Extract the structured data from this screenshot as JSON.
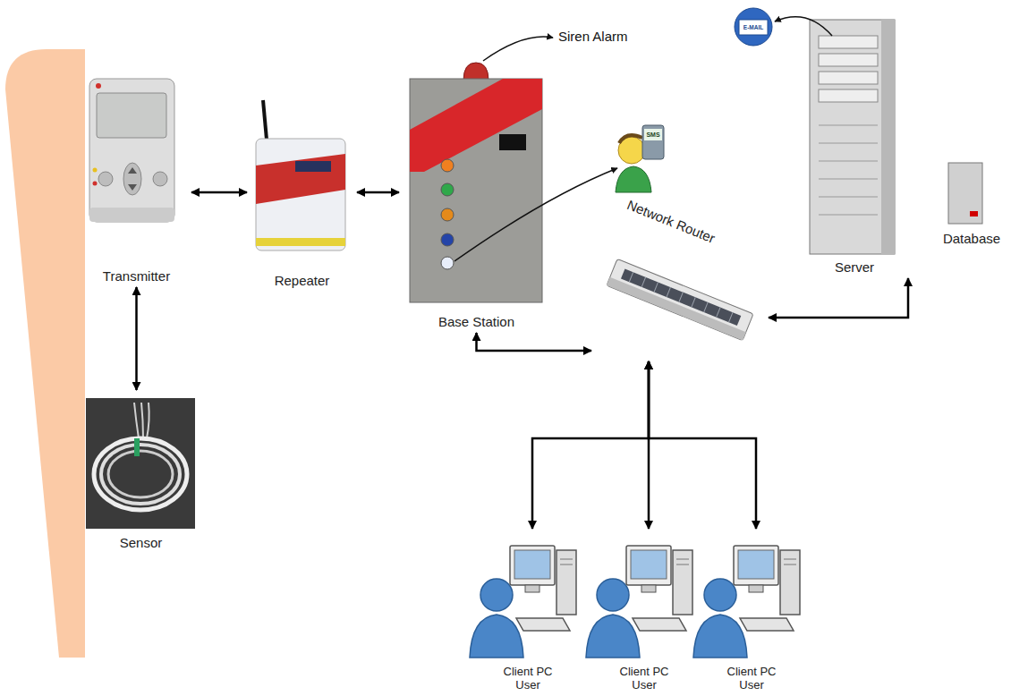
{
  "diagram": {
    "nodes": [
      {
        "text": [
          "Transmitter"
        ]
      },
      {
        "text": [
          "Repeater"
        ]
      },
      {
        "text": [
          "Base Station"
        ]
      },
      {
        "text": [
          "Server"
        ]
      },
      {
        "text": [
          "Database"
        ]
      },
      {
        "text": [
          "Network Router"
        ]
      },
      {
        "text": [
          "Sensor"
        ]
      },
      {
        "text": [
          "Client PC User"
        ]
      },
      {
        "text": [
          "Client PC User"
        ]
      },
      {
        "text": [
          "Client PC User"
        ]
      }
    ],
    "edges": [
      {
        "from": 0,
        "to": 1,
        "arrow": "both"
      },
      {
        "from": 1,
        "to": 2,
        "arrow": "both"
      },
      {
        "from": 0,
        "to": 6,
        "arrow": "both"
      },
      {
        "from": 2,
        "to": 5,
        "arrow": "both"
      },
      {
        "from": 5,
        "to": 3,
        "arrow": "both"
      },
      {
        "from": 5,
        "to": 7,
        "arrow": "both"
      },
      {
        "from": 5,
        "to": 8,
        "arrow": "both"
      },
      {
        "from": 5,
        "to": 9,
        "arrow": "both"
      }
    ],
    "labels": [
      "Siren Alarm",
      "E-MAIL",
      "SMS"
    ]
  }
}
